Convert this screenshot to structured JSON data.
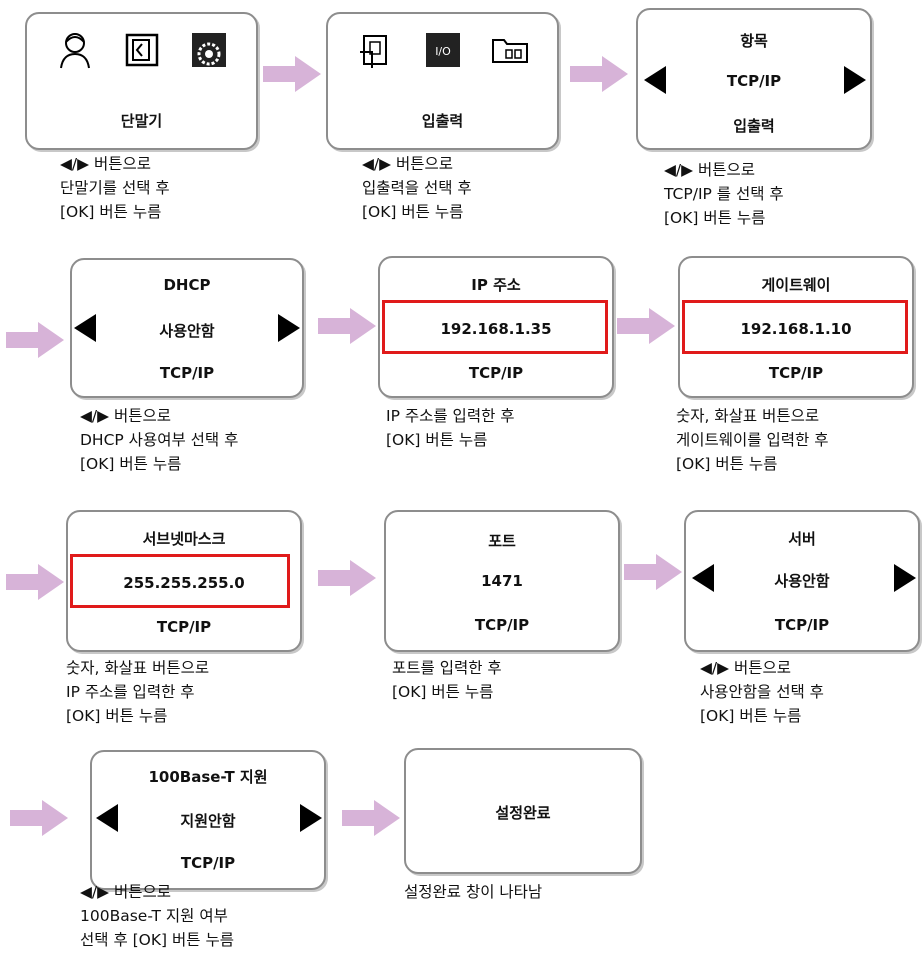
{
  "colors": {
    "flow_arrow": "#d7b3d8",
    "highlight": "#e01a1a",
    "screen_border": "#8d8d8d"
  },
  "screens": {
    "terminal": {
      "label": "단말기",
      "icons": [
        "user-icon",
        "card-reader-icon",
        "settings-gear-icon"
      ]
    },
    "io": {
      "label": "입출력",
      "icons": [
        "hand-card-icon",
        "io-chip-icon",
        "folder-network-icon"
      ]
    },
    "item": {
      "line1": "항목",
      "line2": "TCP/IP",
      "line3": "입출력"
    },
    "dhcp": {
      "line1": "DHCP",
      "line2": "사용안함",
      "line3": "TCP/IP"
    },
    "ip": {
      "line1": "IP 주소",
      "line2": "192.168.1.35",
      "line3": "TCP/IP"
    },
    "gateway": {
      "line1": "게이트웨이",
      "line2": "192.168.1.10",
      "line3": "TCP/IP"
    },
    "subnet": {
      "line1": "서브넷마스크",
      "line2": "255.255.255.0",
      "line3": "TCP/IP"
    },
    "port": {
      "line1": "포트",
      "line2": "1471",
      "line3": "TCP/IP"
    },
    "server": {
      "line1": "서버",
      "line2": "사용안함",
      "line3": "TCP/IP"
    },
    "base100": {
      "line1": "100Base-T 지원",
      "line2": "지원안함",
      "line3": "TCP/IP"
    },
    "done": {
      "line1": "설정완료"
    }
  },
  "captions": {
    "terminal": [
      "◀/▶ 버튼으로",
      "단말기를 선택 후",
      "[OK] 버튼 누름"
    ],
    "io": [
      "◀/▶ 버튼으로",
      "입출력을 선택 후",
      "[OK] 버튼 누름"
    ],
    "item": [
      "◀/▶ 버튼으로",
      "TCP/IP 를 선택 후",
      "[OK] 버튼 누름"
    ],
    "dhcp": [
      "◀/▶ 버튼으로",
      "DHCP 사용여부 선택 후",
      "[OK] 버튼 누름"
    ],
    "ip": [
      "IP 주소를 입력한 후",
      "[OK] 버튼 누름"
    ],
    "gateway": [
      "숫자, 화살표 버튼으로",
      "게이트웨이를 입력한 후",
      "[OK] 버튼 누름"
    ],
    "subnet": [
      "숫자, 화살표 버튼으로",
      "IP 주소를 입력한 후",
      "[OK] 버튼 누름"
    ],
    "port": [
      "포트를 입력한 후",
      "[OK] 버튼 누름"
    ],
    "server": [
      "◀/▶ 버튼으로",
      "사용안함을 선택 후",
      "[OK] 버튼 누름"
    ],
    "base100": [
      "◀/▶ 버튼으로",
      "100Base-T 지원 여부",
      "선택 후 [OK] 버튼 누름"
    ],
    "done": [
      "설정완료 창이 나타남"
    ]
  }
}
